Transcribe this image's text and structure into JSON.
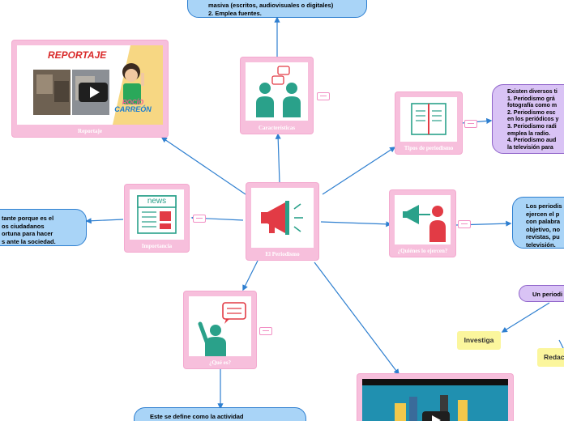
{
  "colors": {
    "card": "#f7bfdc",
    "connector": "#2e7fd0",
    "bubble_blue": "#a9d4f7",
    "bubble_purple": "#d9c3f5",
    "chip": "#fbf69d",
    "icon_teal": "#2aa18a",
    "icon_red": "#e23b45"
  },
  "center": {
    "caption": "El Periodismo",
    "icon": "megaphone-icon"
  },
  "reportaje": {
    "caption": "Reportaje",
    "title": "REPORTAJE",
    "logo_line1": "ROCÍO",
    "logo_line2": "CARREÓN",
    "icon": "video-play-icon"
  },
  "caracteristicas": {
    "caption": "Características",
    "icon": "two-people-chatting-icon",
    "bubble_text": "masiva (escritos, audiovisuales o digitales)\n2. Emplea fuentes."
  },
  "tipos": {
    "caption": "Tipos de periodismo",
    "icon": "open-book-icon",
    "bubble_text": "Existen diversos ti\n1. Periodismo grá\nfotografía como m\n2. Periodismo esc\nen los periódicos y\n3. Periodismo radi\nemplea la radio.\n4. Periodismo aud\nla televisión para"
  },
  "quienes": {
    "caption": "¿Quiénes lo ejercen?",
    "icon": "person-with-megaphone-icon",
    "bubble_text": "Los periodis\nejercen el p\ncon palabra\nobjetivo, no\nrevistas, pu\ntelevisión."
  },
  "importancia": {
    "caption": "Importancia",
    "icon": "newspaper-icon",
    "news_word": "news",
    "bubble_text": "tante porque es el\nos ciudadanos\nortuna para hacer\ns ante la sociedad."
  },
  "que_es": {
    "caption": "¿Qué es?",
    "icon": "person-speech-icon",
    "bubble_text": "Este se define como la actividad"
  },
  "video": {
    "icon": "video-play-icon"
  },
  "periodista": {
    "bubble_text": "Un periodi",
    "chips": [
      "Investiga",
      "Redac"
    ]
  }
}
